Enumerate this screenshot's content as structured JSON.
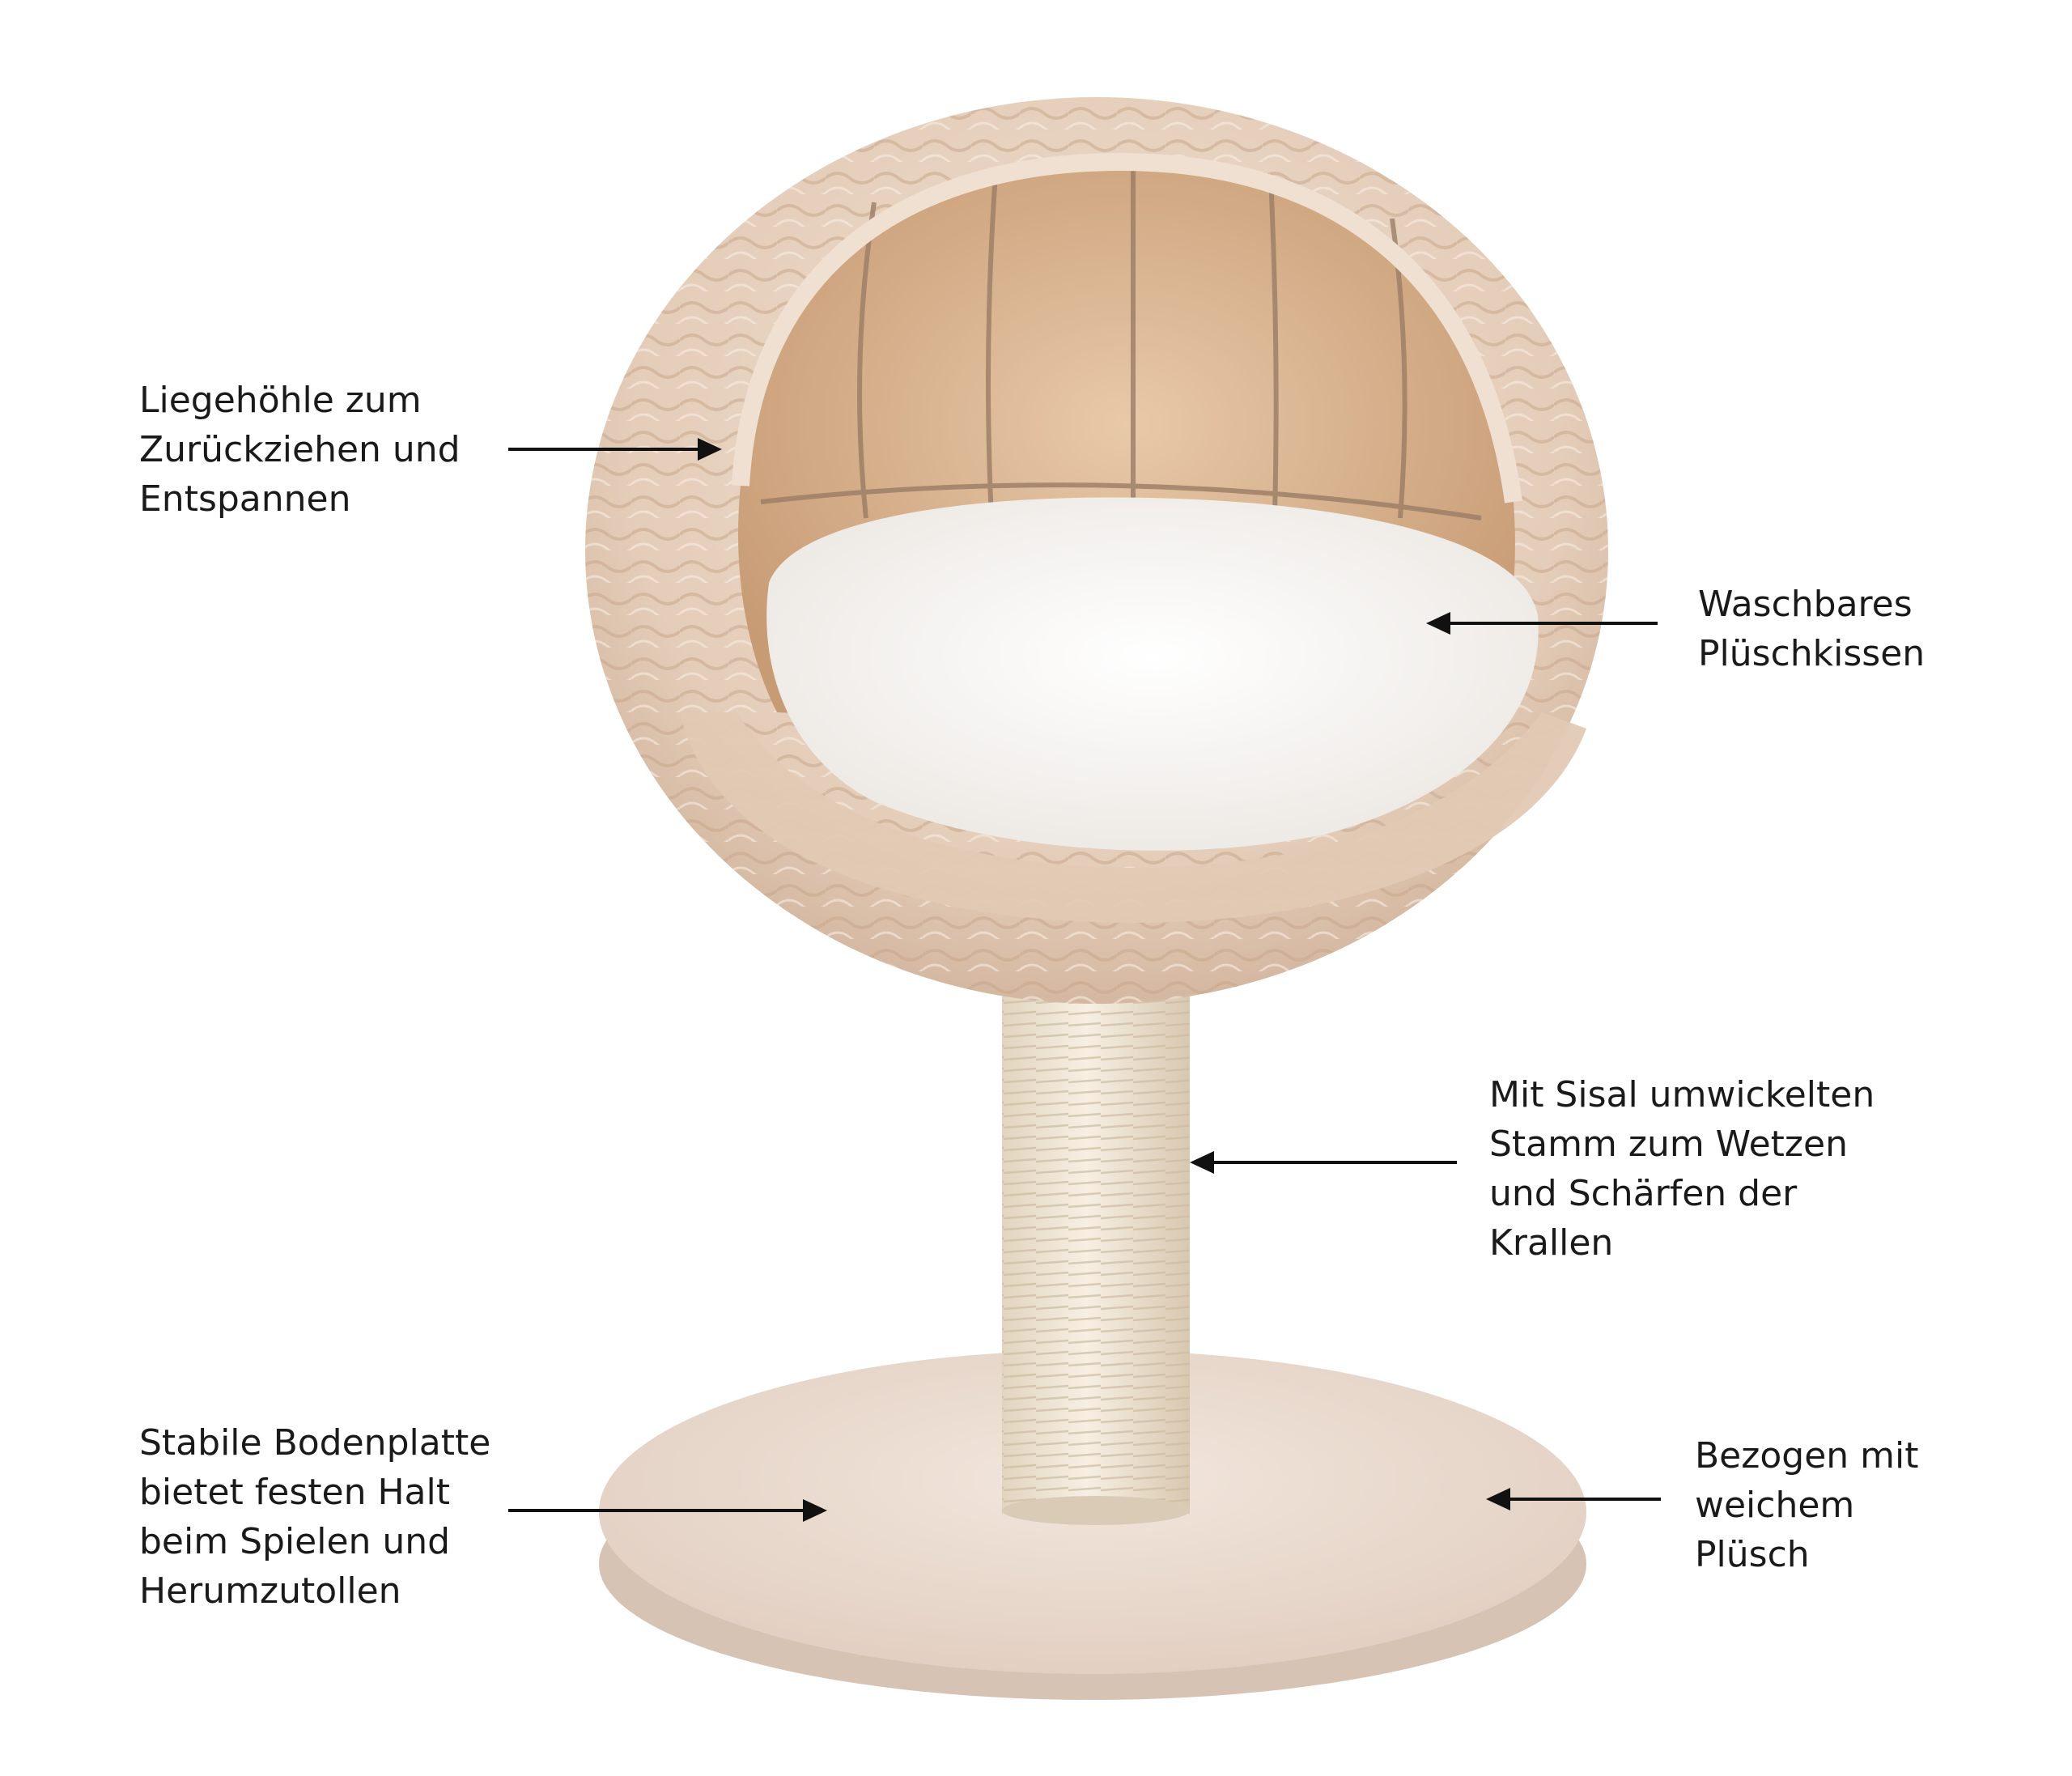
{
  "annotations": {
    "cave": {
      "lines": [
        "Liegehöhle zum",
        "Zurückziehen und",
        "Entspannen"
      ]
    },
    "cushion": {
      "lines": [
        "Waschbares",
        "Plüschkissen"
      ]
    },
    "sisal": {
      "lines": [
        "Mit Sisal umwickelten",
        "Stamm zum Wetzen",
        "und Schärfen der",
        "Krallen"
      ]
    },
    "base": {
      "lines": [
        "Stabile Bodenplatte",
        "bietet festen Halt",
        "beim Spielen und",
        "Herumzutollen"
      ]
    },
    "plush": {
      "lines": [
        "Bezogen mit",
        "weichem",
        "Plüsch"
      ]
    }
  },
  "colors": {
    "background": "#ffffff",
    "text": "#1a1a1a",
    "arrow": "#111111",
    "wicker": "#e6d2c0",
    "wicker_shadow": "#c9a98e",
    "cushion": "#f7f5f2",
    "sisal": "#efe6d6",
    "base_plush": "#ecddd2"
  },
  "icons": {
    "arrow": "arrow-icon",
    "product": "cat-tree-illustration"
  }
}
